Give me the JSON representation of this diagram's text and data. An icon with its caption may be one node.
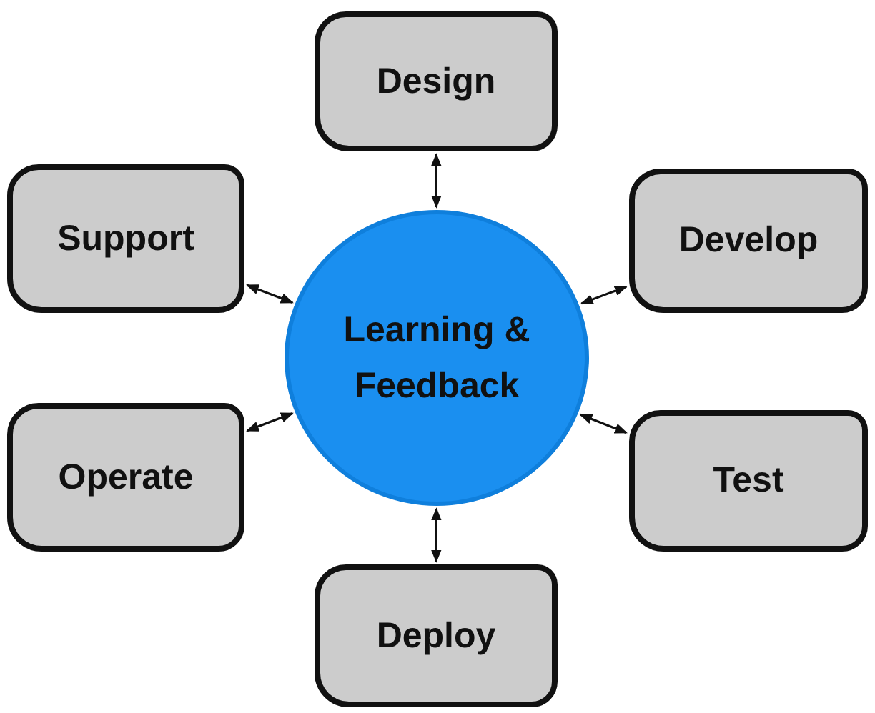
{
  "diagram": {
    "nodes": [
      {
        "text": [
          "Design"
        ]
      },
      {
        "text": [
          "Support"
        ]
      },
      {
        "text": [
          "Develop"
        ]
      },
      {
        "text": [
          "Learning & Feedback"
        ]
      },
      {
        "text": [
          "Operate"
        ]
      },
      {
        "text": [
          "Test"
        ]
      },
      {
        "text": [
          "Deploy"
        ]
      }
    ],
    "edges": [
      {
        "from": 3,
        "to": 0,
        "arrow": "both"
      },
      {
        "from": 3,
        "to": 1,
        "arrow": "both"
      },
      {
        "from": 3,
        "to": 2,
        "arrow": "both"
      },
      {
        "from": 3,
        "to": 4,
        "arrow": "both"
      },
      {
        "from": 3,
        "to": 5,
        "arrow": "both"
      },
      {
        "from": 3,
        "to": 6,
        "arrow": "both"
      }
    ]
  }
}
